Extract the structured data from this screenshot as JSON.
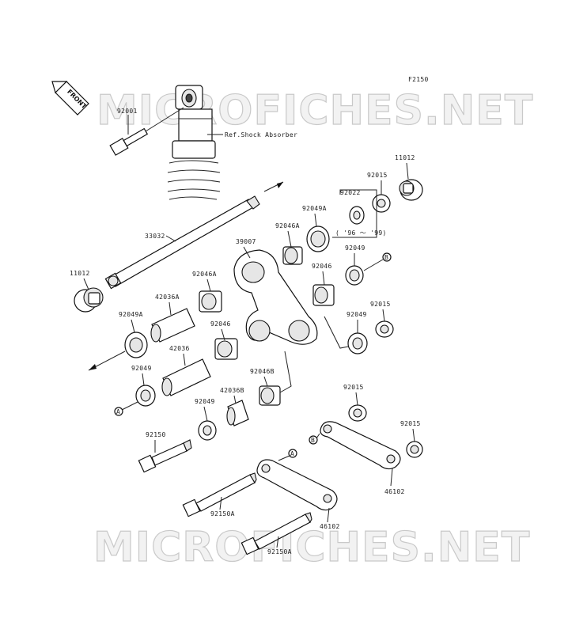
{
  "figure_code": "F2150",
  "front_label": "FRONT",
  "ref_label": "Ref.Shock Absorber",
  "years_note": "( '96 ～ '99)",
  "watermark": "MICROFICHES.NET",
  "parts": {
    "p92001": "92001",
    "p11012a": "11012",
    "p92015a": "92015",
    "p92022": "92022",
    "p92049a_top": "92049A",
    "p92046a_top": "92046A",
    "p33032": "33032",
    "p39007": "39007",
    "p92046_right": "92046",
    "p92049_right_top": "92049",
    "p11012b": "11012",
    "p92046a_left": "92046A",
    "p42036a": "42036A",
    "p92049a_left": "92049A",
    "p92046_mid": "92046",
    "p42036": "42036",
    "p92015b": "92015",
    "p92049_right_mid": "92049",
    "p92049_left": "92049",
    "p92046b": "92046B",
    "p42036b": "42036B",
    "p92049_low": "92049",
    "p92015c": "92015",
    "p92015d": "92015",
    "p92150": "92150",
    "p46102a": "46102",
    "p92150a_a": "92150A",
    "p46102b": "46102",
    "p92150a_b": "92150A"
  },
  "refs": {
    "a": "A",
    "b": "B"
  }
}
